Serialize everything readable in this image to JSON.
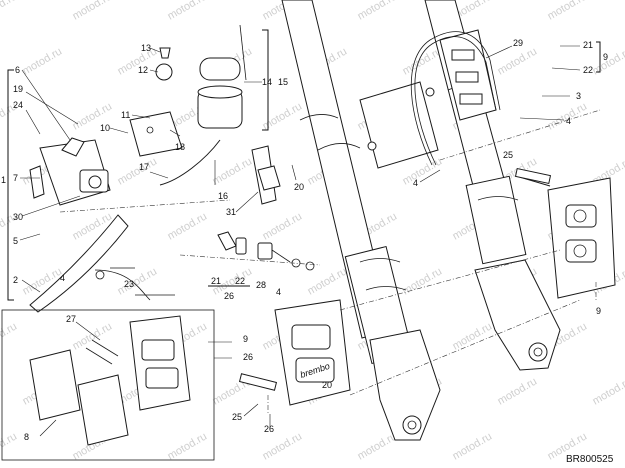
{
  "diagram": {
    "watermark_text": "motod.ru",
    "drawing_code": "BR800525",
    "callouts": [
      "1",
      "2",
      "3",
      "4",
      "5",
      "6",
      "7",
      "8",
      "9",
      "10",
      "11",
      "12",
      "13",
      "14",
      "15",
      "16",
      "17",
      "18",
      "19",
      "20",
      "21",
      "22",
      "23",
      "24",
      "25",
      "26",
      "27",
      "28",
      "29",
      "30",
      "31"
    ],
    "brand_mark": "brembo"
  }
}
